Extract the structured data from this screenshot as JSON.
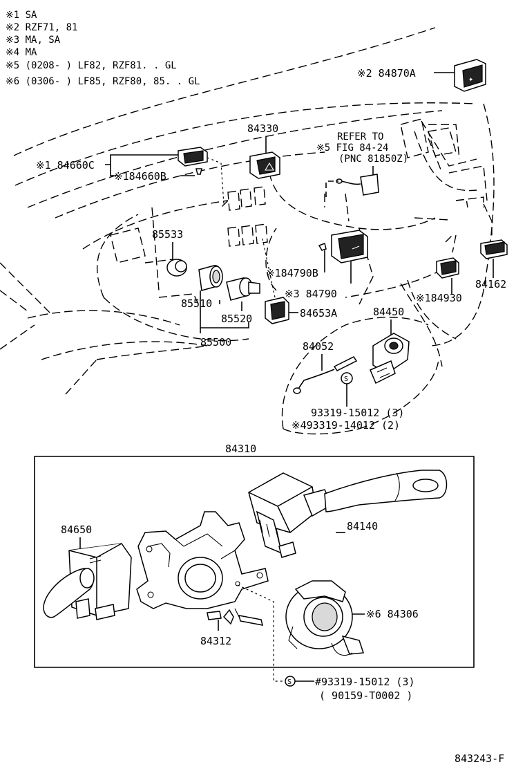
{
  "legend": [
    "※1 SA",
    "※2 RZF71, 81",
    "※3 MA, SA",
    "※4 MA",
    "※5 (0208-      ) LF82, RZF81. . GL",
    "※6 (0306-      ) LF85, RZF80, 85. . GL"
  ],
  "refer": [
    "REFER TO",
    "※5 FIG 84-24",
    "(PNC 81850Z)"
  ],
  "parts": {
    "p84870A": "※2 84870A",
    "p84330": "84330",
    "p84660C": "※1 84660C",
    "p84660B": "※184660B",
    "p85533": "85533",
    "p85510": "85510",
    "p85520": "85520",
    "p85500": "85500",
    "p84653A": "84653A",
    "p84790B": "※184790B",
    "p84790": "※3 84790",
    "p84930": "※184930",
    "p84162": "84162",
    "p84450": "84450",
    "p84052": "84052",
    "p93319a": "93319-15012 (3)",
    "p93319b": "※493319-14012 (2)",
    "p84310": "84310",
    "p84650": "84650",
    "p84140": "84140",
    "p84306": "※6 84306",
    "p84312": "84312",
    "p93319c": "#93319-15012 (3)",
    "p90159": "( 90159-T0002 )"
  },
  "footer": {
    "code": "843243-F"
  }
}
